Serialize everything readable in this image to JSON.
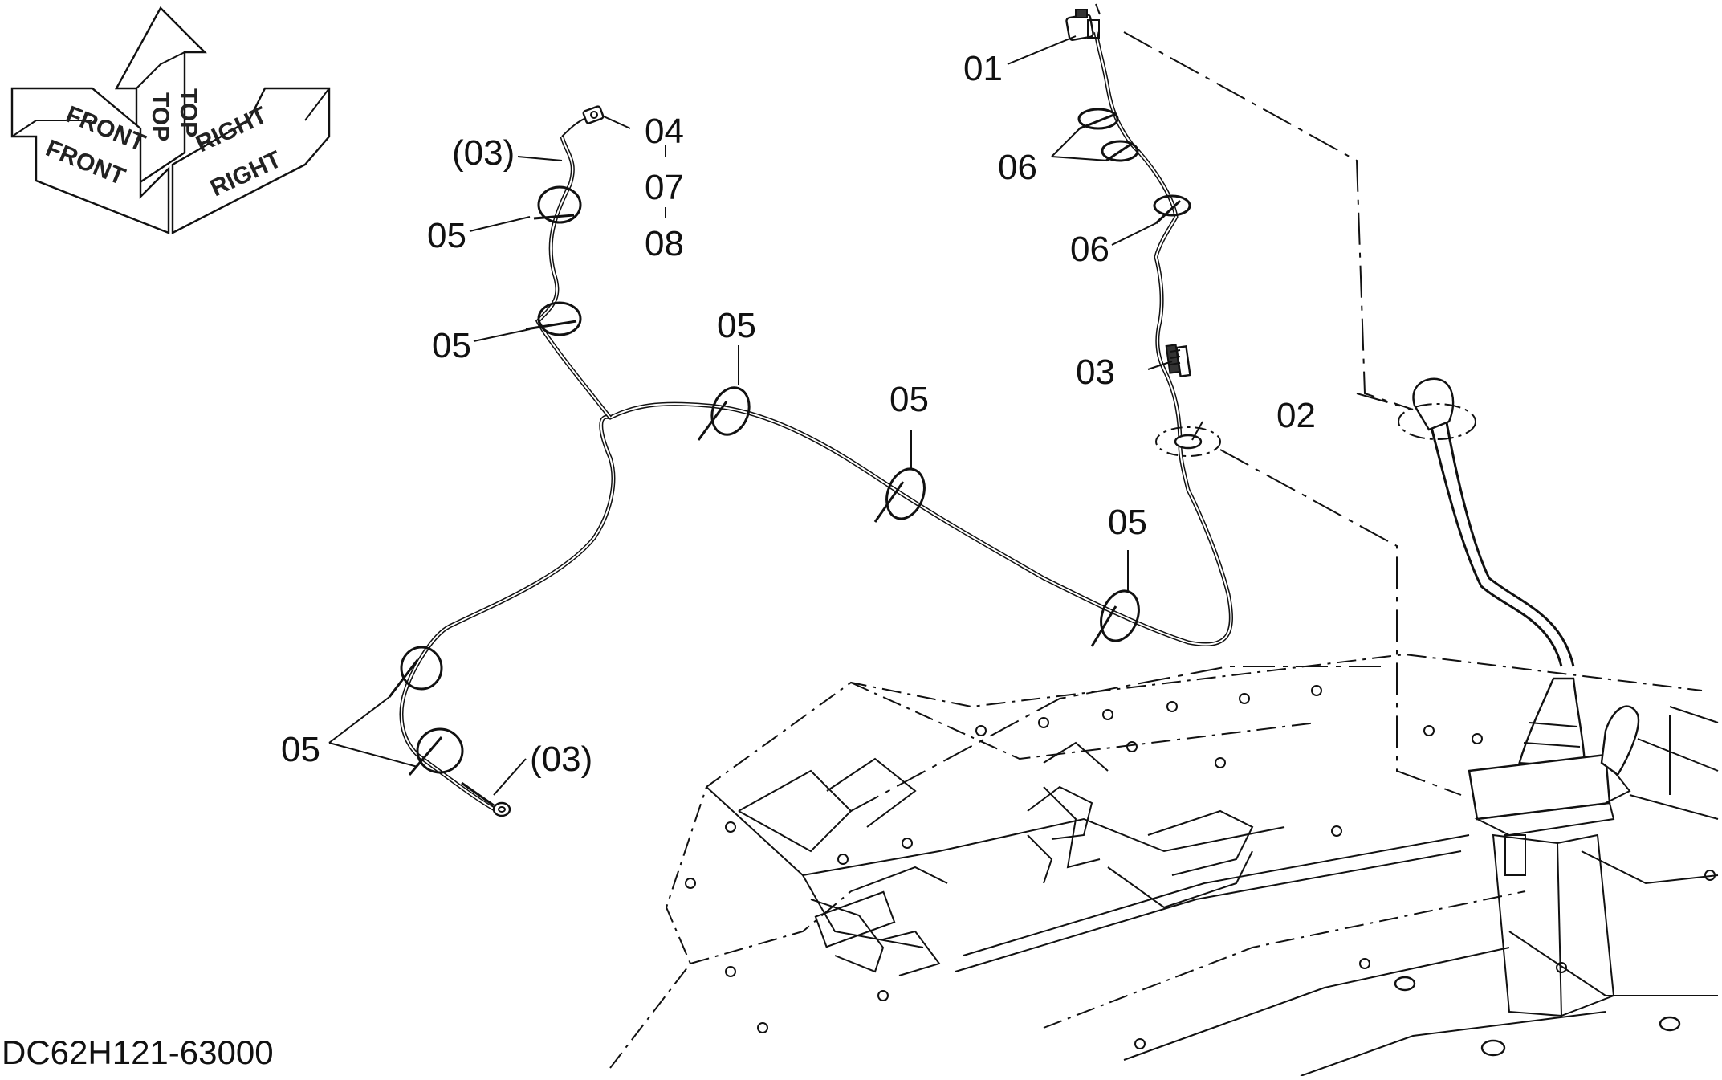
{
  "diagram": {
    "drawing_code": "DC62H121-63000",
    "orientation_labels": {
      "front": "FRONT",
      "top": "TOP",
      "right": "RIGHT"
    },
    "callouts": {
      "c01": "01",
      "c02": "02",
      "c03": "03",
      "c03_paren_upper": "(03)",
      "c03_paren_lower": "(03)",
      "c04": "04",
      "c07": "07",
      "c08": "08",
      "c05_a": "05",
      "c05_b": "05",
      "c05_c": "05",
      "c05_d": "05",
      "c05_e": "05",
      "c05_f": "05",
      "c06_a": "06",
      "c06_b": "06"
    }
  }
}
